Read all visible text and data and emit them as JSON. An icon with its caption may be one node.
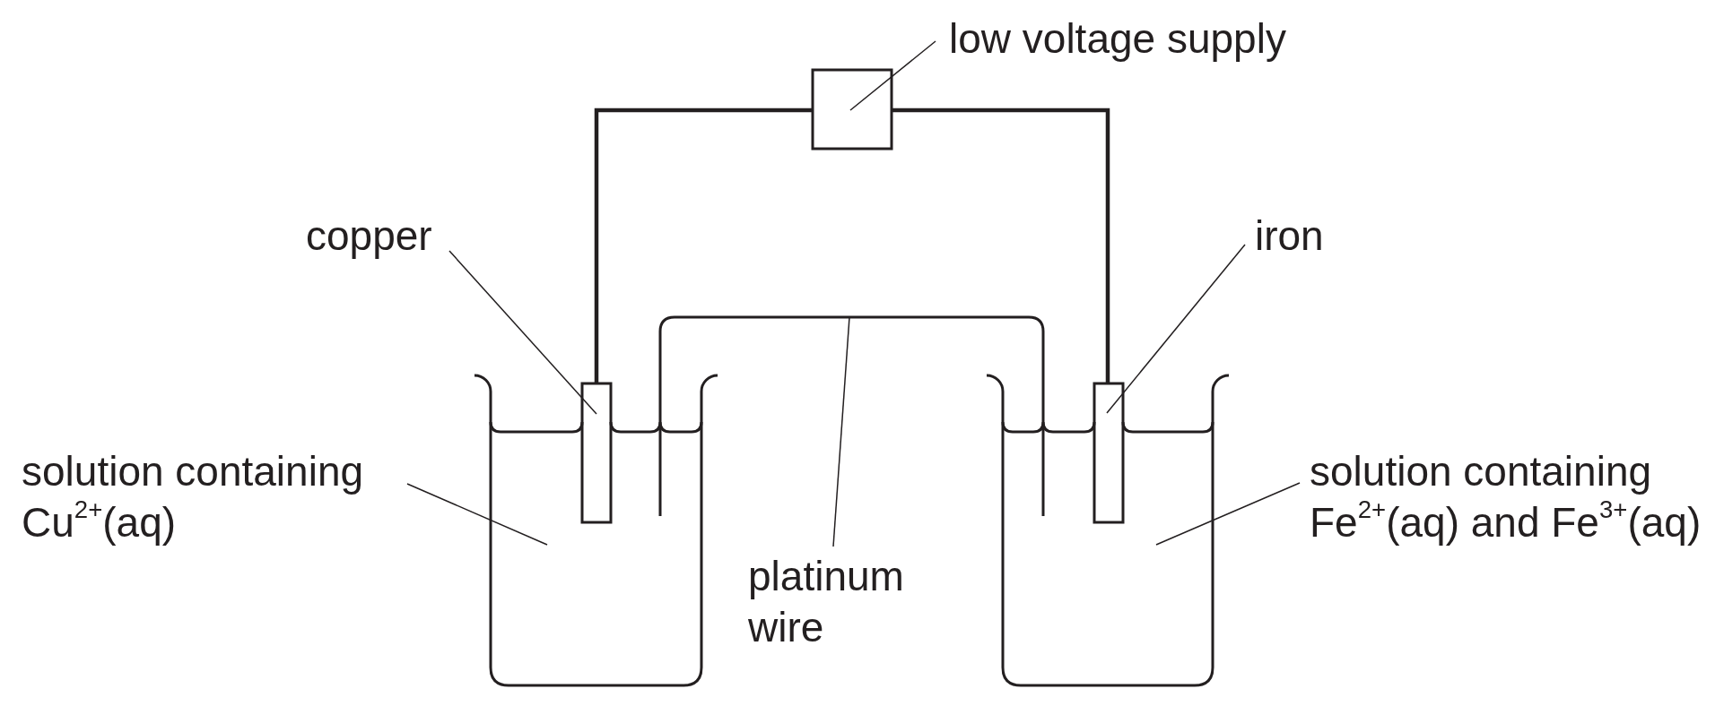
{
  "diagram": {
    "nodes": [
      {
        "text": [
          "low voltage supply"
        ]
      },
      {
        "text": [],
        "shape": "box"
      },
      {
        "text": [
          "copper"
        ]
      },
      {
        "text": [
          "iron"
        ]
      },
      {
        "text": [],
        "shape": "wire"
      },
      {
        "text": [],
        "shape": "beaker"
      },
      {
        "text": [],
        "shape": "beaker"
      },
      {
        "text": [],
        "shape": "bar",
        "in": 5
      },
      {
        "text": [],
        "shape": "bar",
        "in": 6
      },
      {
        "text": [
          "solution containing Cu$^{2+}$(aq)"
        ]
      },
      {
        "text": [
          "solution containing Fe$^{2+}$(aq) and Fe$^{3+}$(aq)"
        ]
      },
      {
        "text": [
          "platinum wire"
        ]
      }
    ],
    "edges": [
      {
        "from": 0,
        "to": 1,
        "arrow": "none"
      },
      {
        "from": 2,
        "to": 7,
        "arrow": "none"
      },
      {
        "from": 3,
        "to": 8,
        "arrow": "none"
      },
      {
        "from": 9,
        "to": 5,
        "arrow": "none"
      },
      {
        "from": 10,
        "to": 6,
        "arrow": "none"
      },
      {
        "from": 11,
        "to": 4,
        "arrow": "none"
      },
      {
        "from": 1,
        "to": 7,
        "arrow": "none",
        "style": "thick"
      },
      {
        "from": 1,
        "to": 8,
        "arrow": "none",
        "style": "thick"
      }
    ]
  }
}
